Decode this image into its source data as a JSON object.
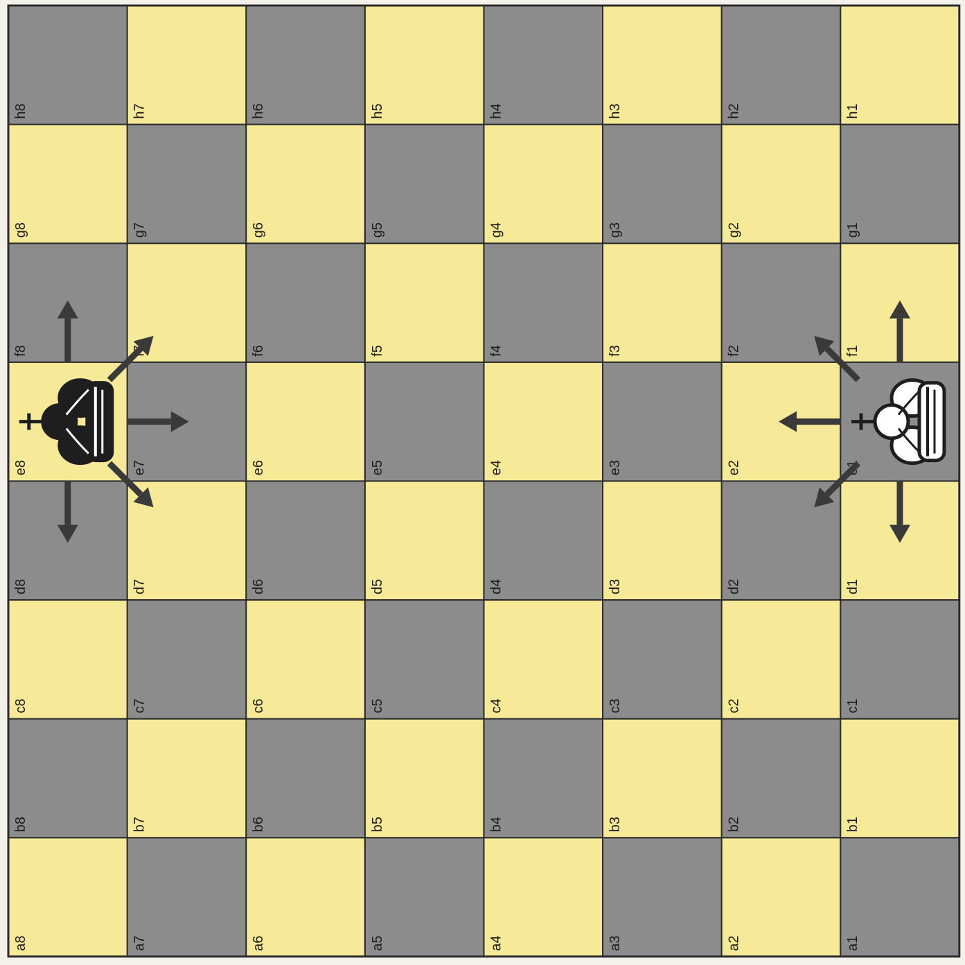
{
  "board": {
    "files": [
      "a",
      "b",
      "c",
      "d",
      "e",
      "f",
      "g",
      "h"
    ],
    "ranks": [
      "1",
      "2",
      "3",
      "4",
      "5",
      "6",
      "7",
      "8"
    ],
    "colors": {
      "light": "#f6ea98",
      "dark": "#8c8c8c",
      "grid": "#2b2b2b",
      "arrow": "#3a3a3a"
    }
  },
  "pieces": [
    {
      "name": "black-king",
      "color": "black",
      "square": "e8",
      "icon": "black-king-icon"
    },
    {
      "name": "white-king",
      "color": "white",
      "square": "e1",
      "icon": "white-king-icon"
    }
  ],
  "moves": {
    "e8": [
      "d8",
      "f8",
      "d7",
      "e7",
      "f7"
    ],
    "e1": [
      "d1",
      "f1",
      "d2",
      "e2",
      "f2"
    ]
  }
}
